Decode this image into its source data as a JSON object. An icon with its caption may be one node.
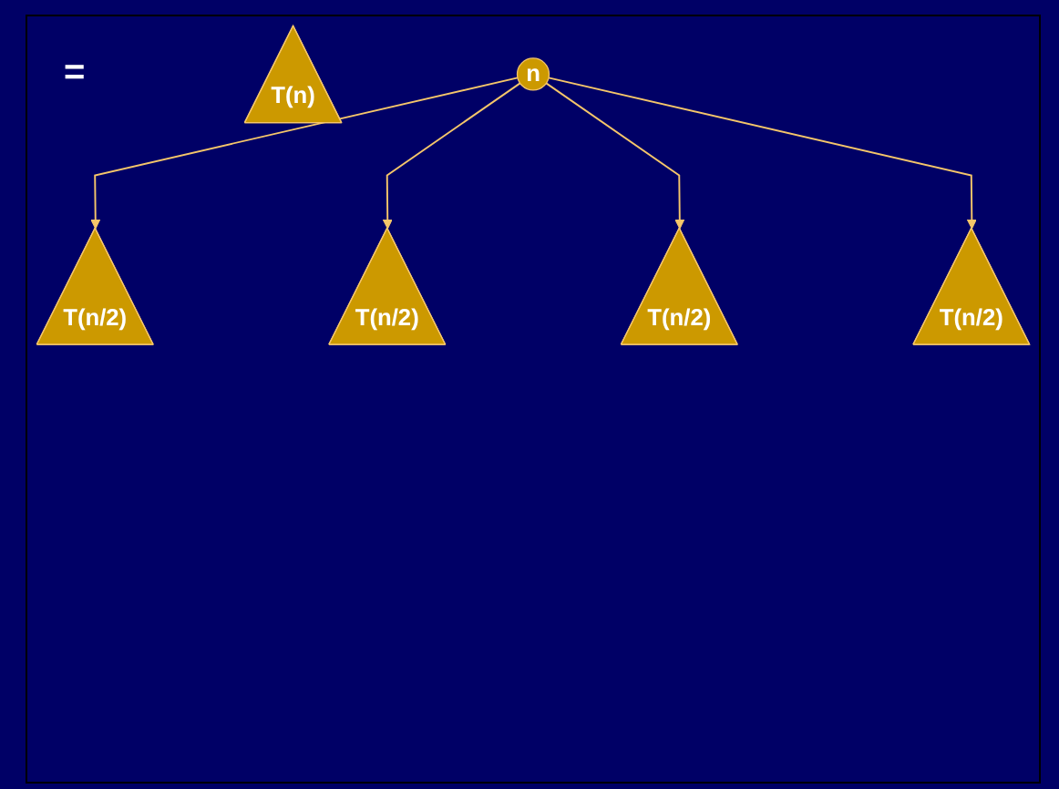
{
  "diagram": {
    "nodes": [
      {
        "text": [
          "T(n)"
        ]
      },
      {
        "text": [
          "n"
        ]
      },
      {
        "text": [
          "T(n/2)"
        ]
      },
      {
        "text": [
          "T(n/2)"
        ]
      },
      {
        "text": [
          "T(n/2)"
        ]
      },
      {
        "text": [
          "T(n/2)"
        ]
      }
    ],
    "edges": [
      {
        "from": 1,
        "to": 2,
        "arrow": "to"
      },
      {
        "from": 1,
        "to": 3,
        "arrow": "to"
      },
      {
        "from": 1,
        "to": 4,
        "arrow": "to"
      },
      {
        "from": 1,
        "to": 5,
        "arrow": "to"
      }
    ],
    "labels": [
      "="
    ]
  }
}
